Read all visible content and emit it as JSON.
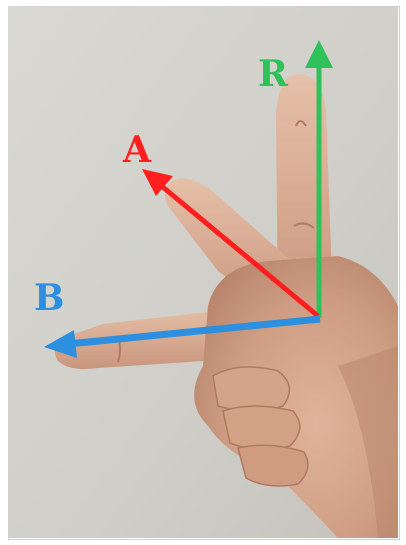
{
  "photo": {
    "description_icon": "hand-vector-photo"
  },
  "vectors": {
    "r": {
      "label": "R",
      "color": "#2fc25a"
    },
    "a": {
      "label": "A",
      "color": "#ff1f1f"
    },
    "b": {
      "label": "B",
      "color": "#2d8fe0"
    }
  }
}
